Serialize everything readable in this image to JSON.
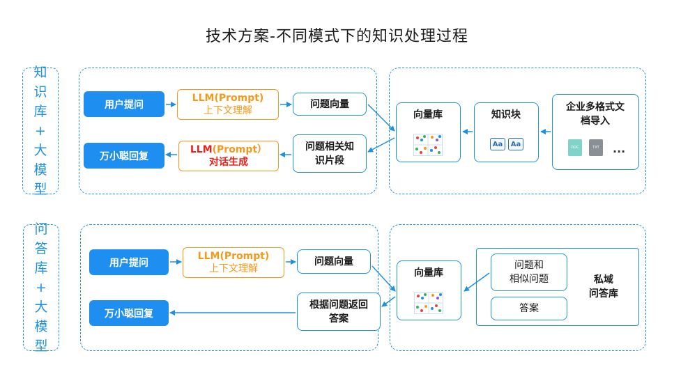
{
  "title": "技术方案-不同模式下的知识处理过程",
  "section1": {
    "side_label": [
      "知",
      "识",
      "库",
      "+",
      "大",
      "模",
      "型"
    ],
    "user_question": "用户提问",
    "llm1_title": "LLM(Prompt)",
    "llm1_sub": "上下文理解",
    "question_vector": "问题向量",
    "answer": "万小聪回复",
    "llm2_title_a": "LLM",
    "llm2_title_b": "(Prompt）",
    "llm2_sub": "对话生成",
    "related_fragments_1": "问题相关知",
    "related_fragments_2": "识片段",
    "vector_db": "向量库",
    "knowledge_block": "知识块",
    "aa_1": "Aa",
    "aa_2": "Aa",
    "enterprise_docs_1": "企业多格式文",
    "enterprise_docs_2": "档导入",
    "more": "...",
    "doc_label_1": "DOC",
    "doc_label_2": "TXT"
  },
  "section2": {
    "side_label": [
      "问",
      "答",
      "库",
      "+",
      "大",
      "模",
      "型"
    ],
    "user_question": "用户提问",
    "llm_title": "LLM(Prompt)",
    "llm_sub": "上下文理解",
    "question_vector": "问题向量",
    "answer": "万小聪回复",
    "return_answer_1": "根据问题返回",
    "return_answer_2": "答案",
    "vector_db": "向量库",
    "similar_q_1": "问题和",
    "similar_q_2": "相似问题",
    "answer_box": "答案",
    "private_qa_1": "私域",
    "private_qa_2": "问答库"
  },
  "colors": {
    "primary": "#1e8ff0",
    "border": "#1e90e0",
    "orange": "#f39a1b",
    "red": "#e8221b"
  }
}
